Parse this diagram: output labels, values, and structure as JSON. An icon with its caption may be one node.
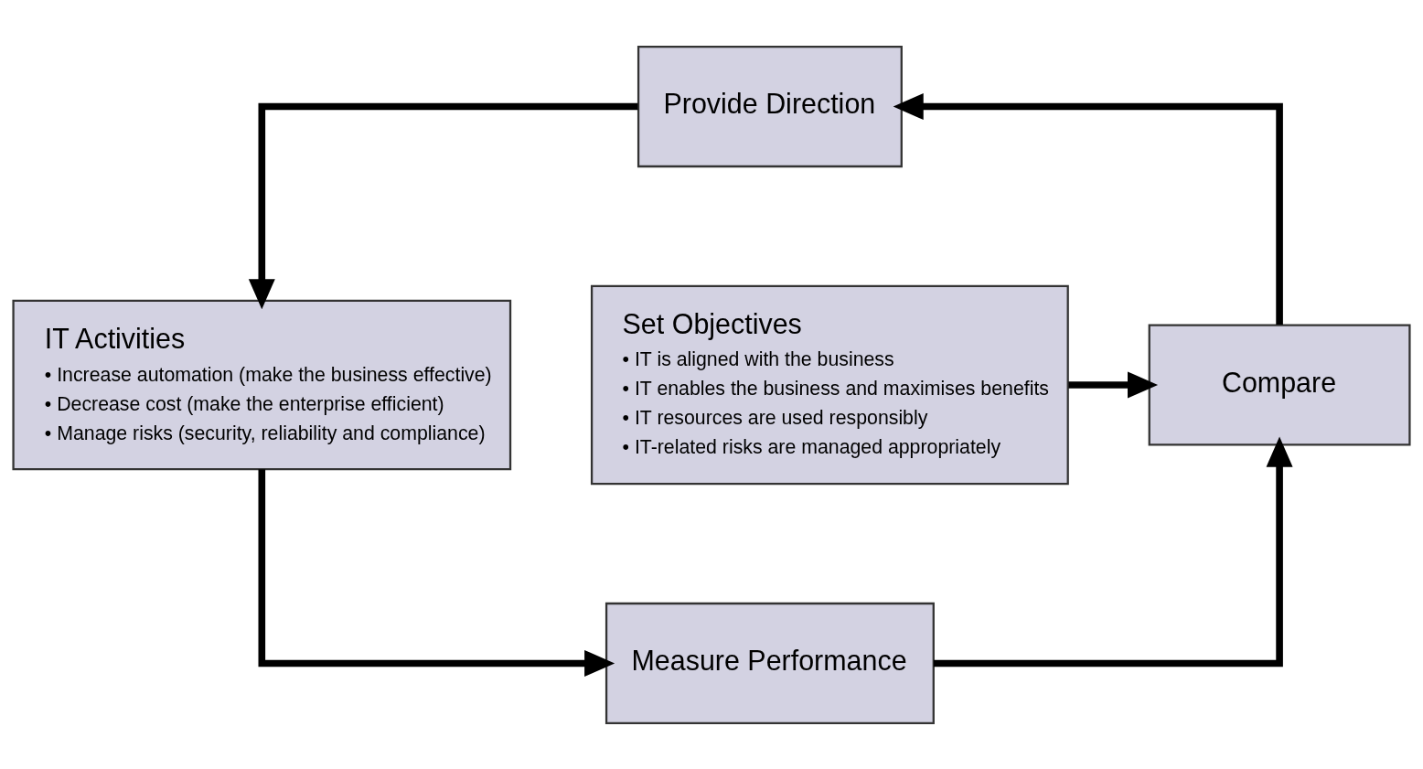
{
  "diagram": {
    "nodes": [
      {
        "text": [
          "Provide Direction"
        ]
      },
      {
        "text": [
          "Set Objectives",
          "• IT is aligned with the business",
          "• IT enables the business and maximises benefits",
          "• IT resources are used responsibly",
          "• IT-related risks are managed appropriately"
        ]
      },
      {
        "text": [
          "Compare"
        ]
      },
      {
        "text": [
          "IT Activities",
          "• Increase automation (make the business effective)",
          "• Decrease cost (make the enterprise efficient)",
          "• Manage risks (security, reliability and compliance)"
        ]
      },
      {
        "text": [
          "Measure Performance"
        ]
      }
    ],
    "edges": [
      {
        "from": 1,
        "to": 2,
        "arrow": "to"
      },
      {
        "from": 2,
        "to": 0,
        "arrow": "to"
      },
      {
        "from": 0,
        "to": 3,
        "arrow": "to"
      },
      {
        "from": 3,
        "to": 4,
        "arrow": "to"
      },
      {
        "from": 4,
        "to": 2,
        "arrow": "to"
      }
    ]
  }
}
